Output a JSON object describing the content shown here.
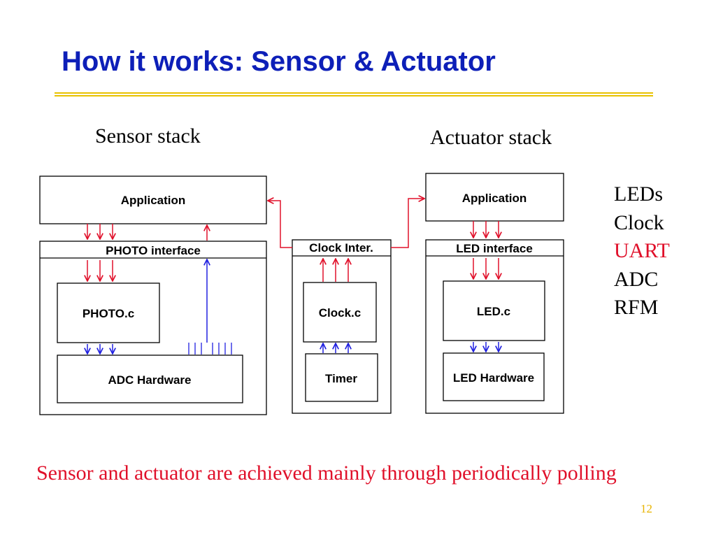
{
  "slide": {
    "title": "How it works: Sensor & Actuator",
    "caption": "Sensor and actuator are achieved mainly through periodically polling",
    "page_number": "12"
  },
  "sensor_stack": {
    "title": "Sensor stack",
    "application": "Application",
    "interface": "PHOTO  interface",
    "driver": "PHOTO.c",
    "hardware": "ADC Hardware"
  },
  "clock_stack": {
    "interface": "Clock Inter.",
    "driver": "Clock.c",
    "hardware": "Timer"
  },
  "actuator_stack": {
    "title": "Actuator stack",
    "application": "Application",
    "interface": "LED  interface",
    "driver": "LED.c",
    "hardware": "LED Hardware"
  },
  "components": [
    {
      "label": "LEDs",
      "color": "#000000"
    },
    {
      "label": "Clock",
      "color": "#000000"
    },
    {
      "label": "UART",
      "color": "#e0102a"
    },
    {
      "label": "ADC",
      "color": "#000000"
    },
    {
      "label": "RFM",
      "color": "#000000"
    }
  ],
  "colors": {
    "title": "#0d1fb8",
    "rule": "#e8c200",
    "red_arrow": "#e0102a",
    "blue_arrow": "#2020e0",
    "caption": "#e0102a",
    "page_number": "#e8b400"
  }
}
